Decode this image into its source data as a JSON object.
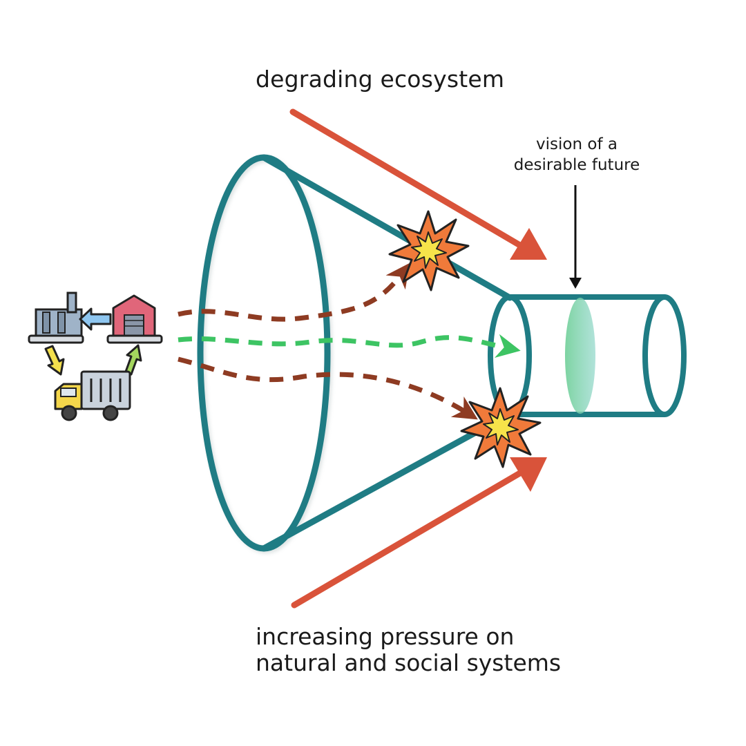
{
  "labels": {
    "pressure_top": "degrading ecosystem",
    "vision": [
      "vision of a",
      "desirable future"
    ],
    "pressure_bottom": [
      "increasing pressure on",
      "natural and social systems"
    ]
  },
  "colors": {
    "funnel": "#1f7c84",
    "pressure_arrow": "#d9533a",
    "failed_path": "#8e3b22",
    "successful_path": "#3dc463",
    "vision_lens": "#7fd3a8",
    "burst_outer": "#f07a3a",
    "burst_inner": "#f7e34a"
  },
  "icons": [
    "supply-chain-icon",
    "explosion-icon",
    "explosion-icon"
  ]
}
